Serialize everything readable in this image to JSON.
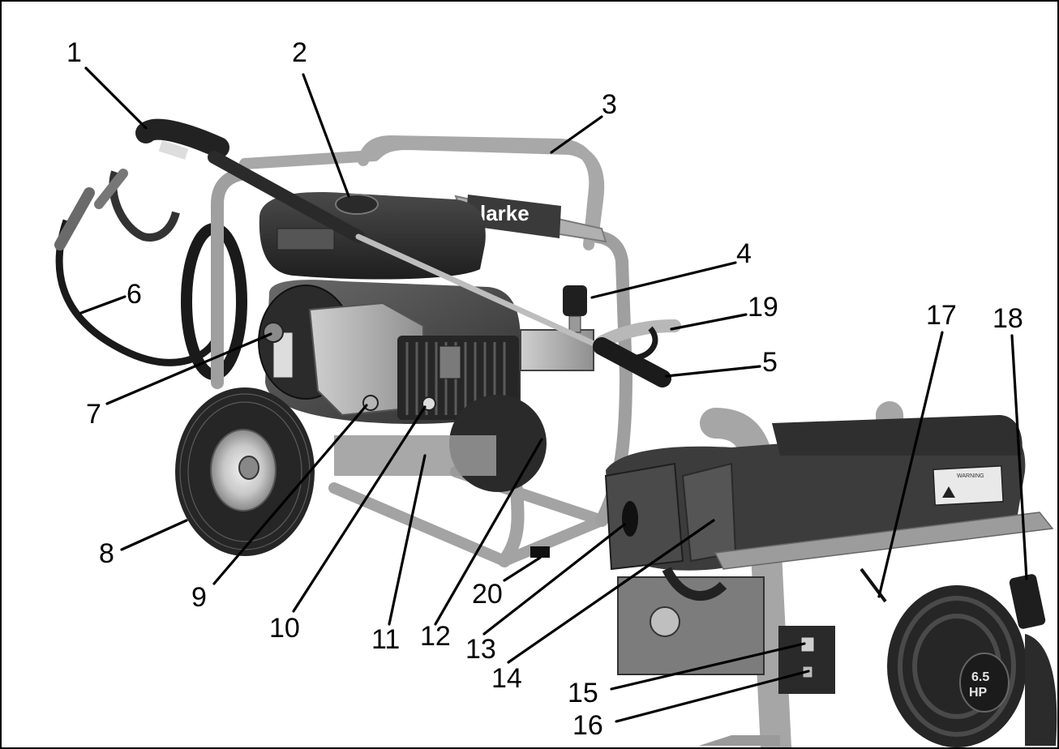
{
  "figure": {
    "callouts": [
      {
        "id": "1",
        "label": "1"
      },
      {
        "id": "2",
        "label": "2"
      },
      {
        "id": "3",
        "label": "3"
      },
      {
        "id": "4",
        "label": "4"
      },
      {
        "id": "5",
        "label": "5"
      },
      {
        "id": "6",
        "label": "6"
      },
      {
        "id": "7",
        "label": "7"
      },
      {
        "id": "8",
        "label": "8"
      },
      {
        "id": "9",
        "label": "9"
      },
      {
        "id": "10",
        "label": "10"
      },
      {
        "id": "11",
        "label": "11"
      },
      {
        "id": "12",
        "label": "12"
      },
      {
        "id": "13",
        "label": "13"
      },
      {
        "id": "14",
        "label": "14"
      },
      {
        "id": "15",
        "label": "15"
      },
      {
        "id": "16",
        "label": "16"
      },
      {
        "id": "17",
        "label": "17"
      },
      {
        "id": "18",
        "label": "18"
      },
      {
        "id": "19",
        "label": "19"
      },
      {
        "id": "20",
        "label": "20"
      }
    ],
    "brand_text": "larke",
    "warning_text": "WARNING",
    "engine_hp_value": "6.5",
    "engine_hp_unit": "HP",
    "colors": {
      "frame": "#9a9a9a",
      "engine_dark": "#3a3a3a",
      "tire": "#2a2a2a",
      "line": "#000000"
    }
  }
}
